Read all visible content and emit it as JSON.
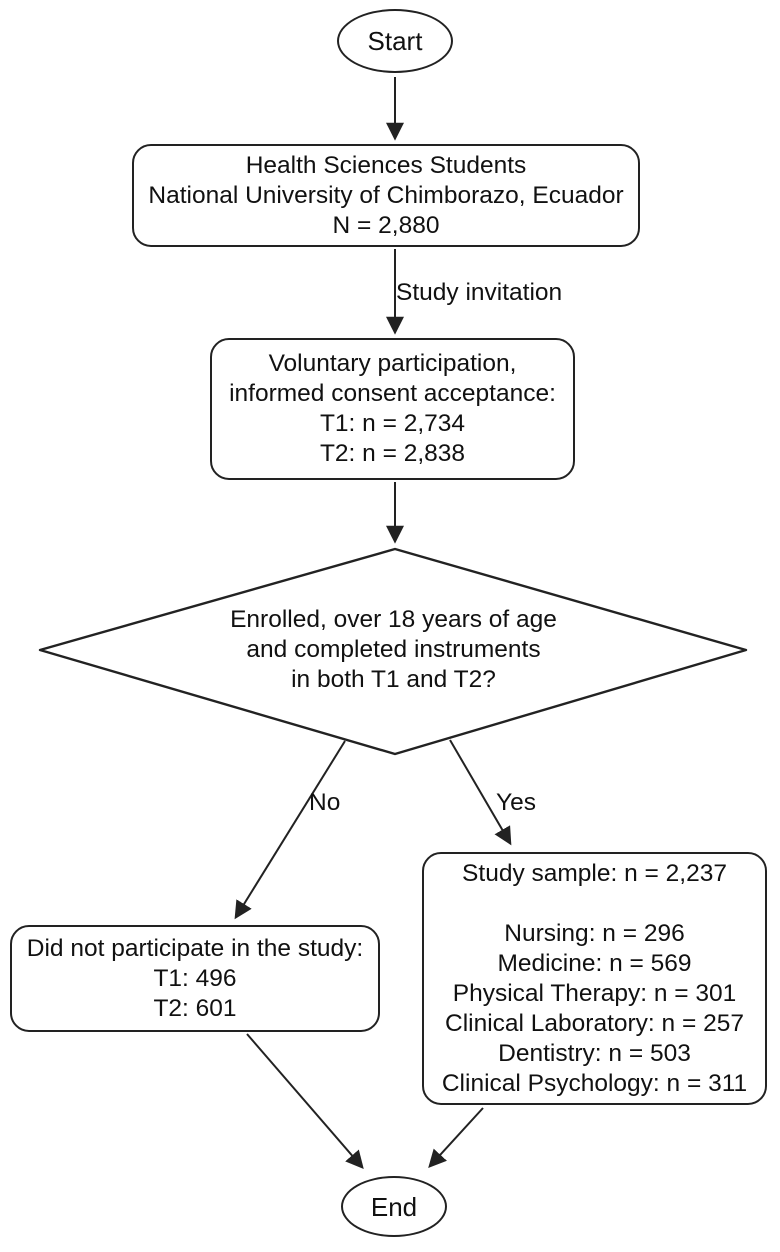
{
  "figure": {
    "background": "#ffffff",
    "stroke_color": "#222222",
    "text_color": "#111111"
  },
  "nodes": {
    "start": {
      "shape": "oval",
      "label": "Start"
    },
    "population": {
      "shape": "rounded-rect",
      "lines": [
        "Health Sciences Students",
        "National University of Chimborazo, Ecuador",
        "N = 2,880"
      ]
    },
    "consent": {
      "shape": "rounded-rect",
      "lines": [
        "Voluntary participation,",
        "informed consent acceptance:",
        "T1: n = 2,734",
        "T2: n = 2,838"
      ]
    },
    "decision": {
      "shape": "diamond",
      "lines": [
        "Enrolled, over 18 years of age",
        "and completed instruments",
        "in both T1 and T2?"
      ]
    },
    "excluded": {
      "shape": "rounded-rect",
      "lines": [
        "Did not participate in the study:",
        "T1: 496",
        "T2: 601"
      ]
    },
    "sample": {
      "shape": "rounded-rect",
      "title": "Study sample: n = 2,237",
      "lines": [
        "Nursing: n = 296",
        "Medicine: n = 569",
        "Physical Therapy: n = 301",
        "Clinical Laboratory: n = 257",
        "Dentistry: n = 503",
        "Clinical Psychology: n = 311"
      ]
    },
    "end": {
      "shape": "oval",
      "label": "End"
    }
  },
  "edge_labels": {
    "invitation": "Study invitation",
    "no": "No",
    "yes": "Yes"
  }
}
